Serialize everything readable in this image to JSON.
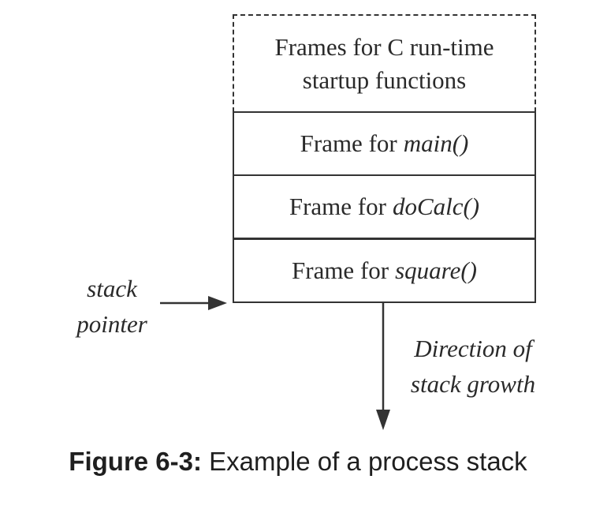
{
  "stack_frames": {
    "startup": {
      "line1": "Frames for C run-time",
      "line2": "startup functions"
    },
    "main": {
      "prefix": "Frame for",
      "function": "main()"
    },
    "docalc": {
      "prefix": "Frame for",
      "function": "doCalc()"
    },
    "square": {
      "prefix": "Frame for",
      "function": "square()"
    }
  },
  "labels": {
    "stack_pointer_line1": "stack",
    "stack_pointer_line2": "pointer",
    "direction_line1": "Direction of",
    "direction_line2": "stack growth"
  },
  "caption": {
    "label": "Figure 6-3:",
    "text": "Example of a process stack"
  },
  "colors": {
    "ink": "#2a2a2a",
    "border": "#333333"
  }
}
